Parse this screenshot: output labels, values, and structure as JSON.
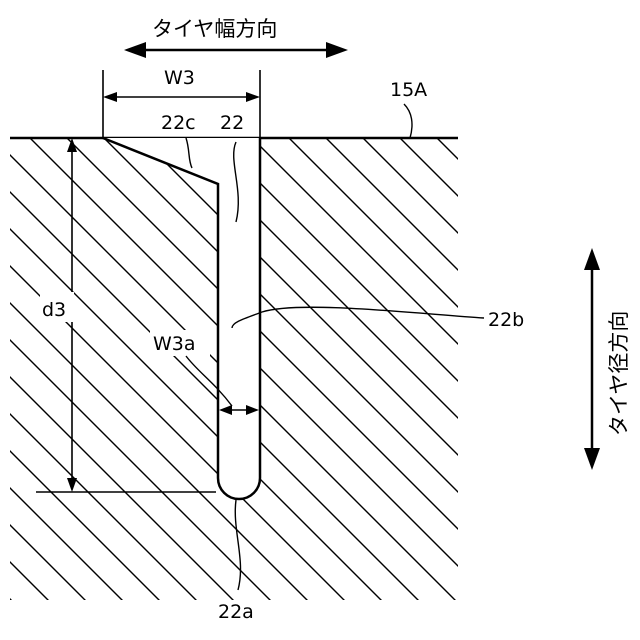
{
  "directions": {
    "width_direction": "タイヤ幅方向",
    "radial_direction": "タイヤ径方向"
  },
  "labels": {
    "surface": "15A",
    "groove_width": "W3",
    "chamfer": "22c",
    "groove": "22",
    "groove_wall": "22b",
    "bottom_width": "W3a",
    "depth": "d3",
    "groove_bottom": "22a"
  }
}
